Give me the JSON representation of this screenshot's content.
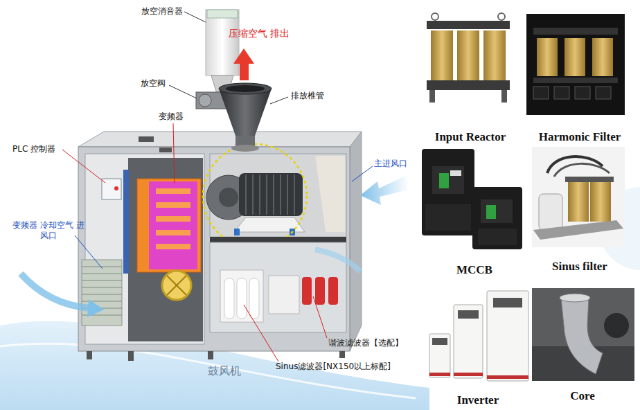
{
  "diagram": {
    "nodes": [
      {
        "text": [
          "Input Reactor"
        ]
      },
      {
        "text": [
          "Harmonic Filter"
        ]
      },
      {
        "text": [
          "MCCB"
        ]
      },
      {
        "text": [
          "Sinus filter"
        ]
      },
      {
        "text": [
          "Inverter"
        ]
      },
      {
        "text": [
          "Core"
        ]
      }
    ],
    "labels": [
      "放空消音器",
      "压缩空气 排出",
      "放空阀",
      "排放椎管",
      "变频器",
      "PLC 控制器",
      "主进风口",
      "变频器 冷却空气 进风口",
      "谐波滤波器【选配】",
      "Sinus滤波器[NX150以上标配]",
      "鼓风机"
    ]
  }
}
